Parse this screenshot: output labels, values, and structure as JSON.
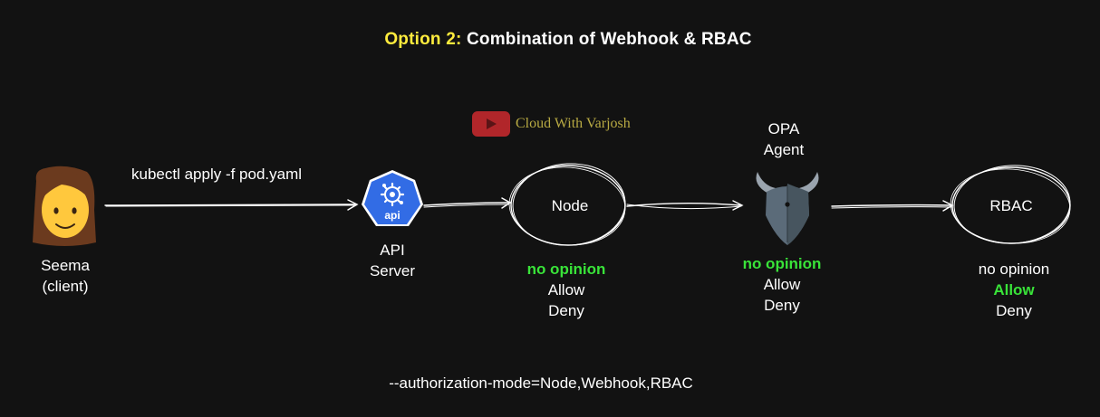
{
  "title": {
    "prefix": "Option 2:",
    "rest": "Combination of Webhook & RBAC"
  },
  "watermark": {
    "text": "Cloud With Varjosh",
    "icon": "youtube-play-icon"
  },
  "client": {
    "icon": "woman-face-icon",
    "name": "Seema",
    "role": "(client)"
  },
  "command": "kubectl apply -f pod.yaml",
  "api_server": {
    "icon_text": "api",
    "icon": "kubernetes-api-icon",
    "line1": "API",
    "line2": "Server"
  },
  "node": {
    "label": "Node",
    "decisions": [
      "no opinion",
      "Allow",
      "Deny"
    ]
  },
  "opa": {
    "line1": "OPA",
    "line2": "Agent",
    "icon": "opa-viking-helmet-icon",
    "decisions": [
      "no opinion",
      "Allow",
      "Deny"
    ]
  },
  "rbac": {
    "label": "RBAC",
    "decisions": [
      "no opinion",
      "Allow",
      "Deny"
    ]
  },
  "authorization_mode": "--authorization-mode=Node,Webhook,RBAC",
  "colors": {
    "background": "#121212",
    "highlight_yellow": "#ffec3d",
    "decision_green": "#39e339",
    "kubernetes_blue": "#326ce5",
    "watermark_red": "#b1262a"
  }
}
